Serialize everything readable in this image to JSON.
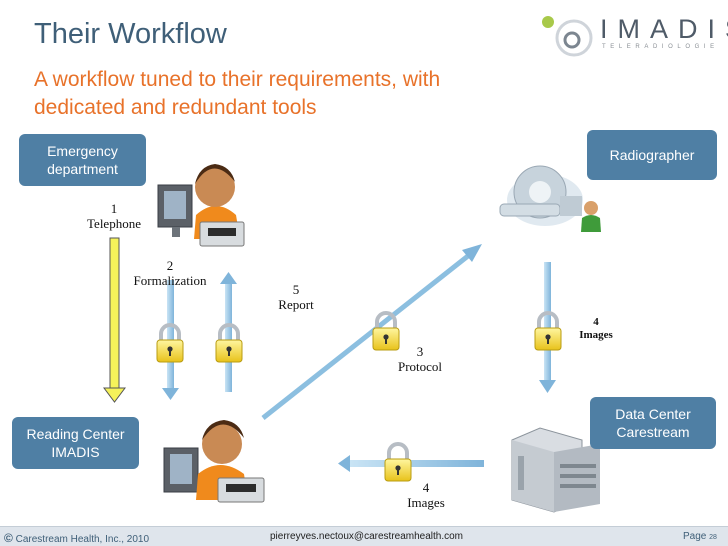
{
  "slide": {
    "title": "Their Workflow",
    "subtitle": "A workflow tuned to their requirements, with dedicated and redundant tools"
  },
  "logo": {
    "name": "IMADIS",
    "tagline": "TELERADIOLOGIE"
  },
  "nodes": {
    "emergency": {
      "line1": "Emergency",
      "line2": "department"
    },
    "radiographer": {
      "label": "Radiographer"
    },
    "reading_center": {
      "line1": "Reading Center",
      "line2": "IMADIS"
    },
    "data_center": {
      "line1": "Data Center",
      "line2": "Carestream"
    }
  },
  "steps": {
    "telephone": {
      "num": "1",
      "text": "Telephone"
    },
    "formalization": {
      "num": "2",
      "text": "Formalization"
    },
    "protocol": {
      "num": "3",
      "text": "Protocol"
    },
    "images_right": {
      "num": "4",
      "text": "Images"
    },
    "images_bottom": {
      "num": "4",
      "text": "Images"
    },
    "report": {
      "num": "5",
      "text": "Report"
    }
  },
  "colors": {
    "node_fill": "#4f7fa4",
    "arrow_blue": "#9ec9e6",
    "arrow_yellow": "#f5f25a",
    "title": "#3f5f78",
    "subtitle": "#e8722a"
  },
  "footer": {
    "copyright_symbol": "©",
    "copyright": "Carestream Health, Inc., 2010",
    "email": "pierreyves.nectoux@carestreamhealth.com",
    "page_label": "Page",
    "page_number": "28"
  }
}
